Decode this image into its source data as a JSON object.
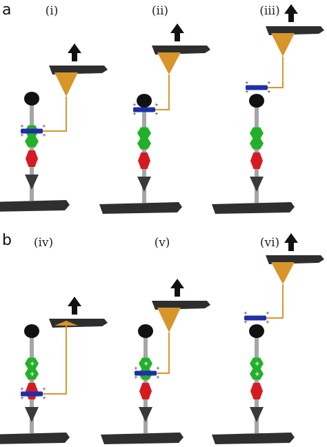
{
  "rows": [
    {
      "label": "a",
      "panels": [
        {
          "label": "(i)",
          "stage": "attached",
          "linker_on": "green"
        },
        {
          "label": "(ii)",
          "stage": "at-head",
          "linker_on": "head"
        },
        {
          "label": "(iii)",
          "stage": "pulled-free",
          "linker_on": "tip"
        }
      ]
    },
    {
      "label": "b",
      "panels": [
        {
          "label": "(iv)",
          "stage": "attached",
          "linker_on": "red"
        },
        {
          "label": "(v)",
          "stage": "mid",
          "linker_on": "between"
        },
        {
          "label": "(vi)",
          "stage": "pulled-free",
          "linker_on": "tip"
        }
      ]
    }
  ],
  "colors": {
    "cantilever": "#2e2e2e",
    "tip": "#d8952a",
    "linker": "#1f2fa8",
    "stem": "#a6a6a6",
    "head": "#111111",
    "green_domain": "#22b02a",
    "red_domain": "#d61a22",
    "arrow": "#111111",
    "substrate": "#2f2f2f"
  },
  "icons": {
    "pull": "up-arrow-icon",
    "anchor": "down-arrowhead-icon"
  }
}
